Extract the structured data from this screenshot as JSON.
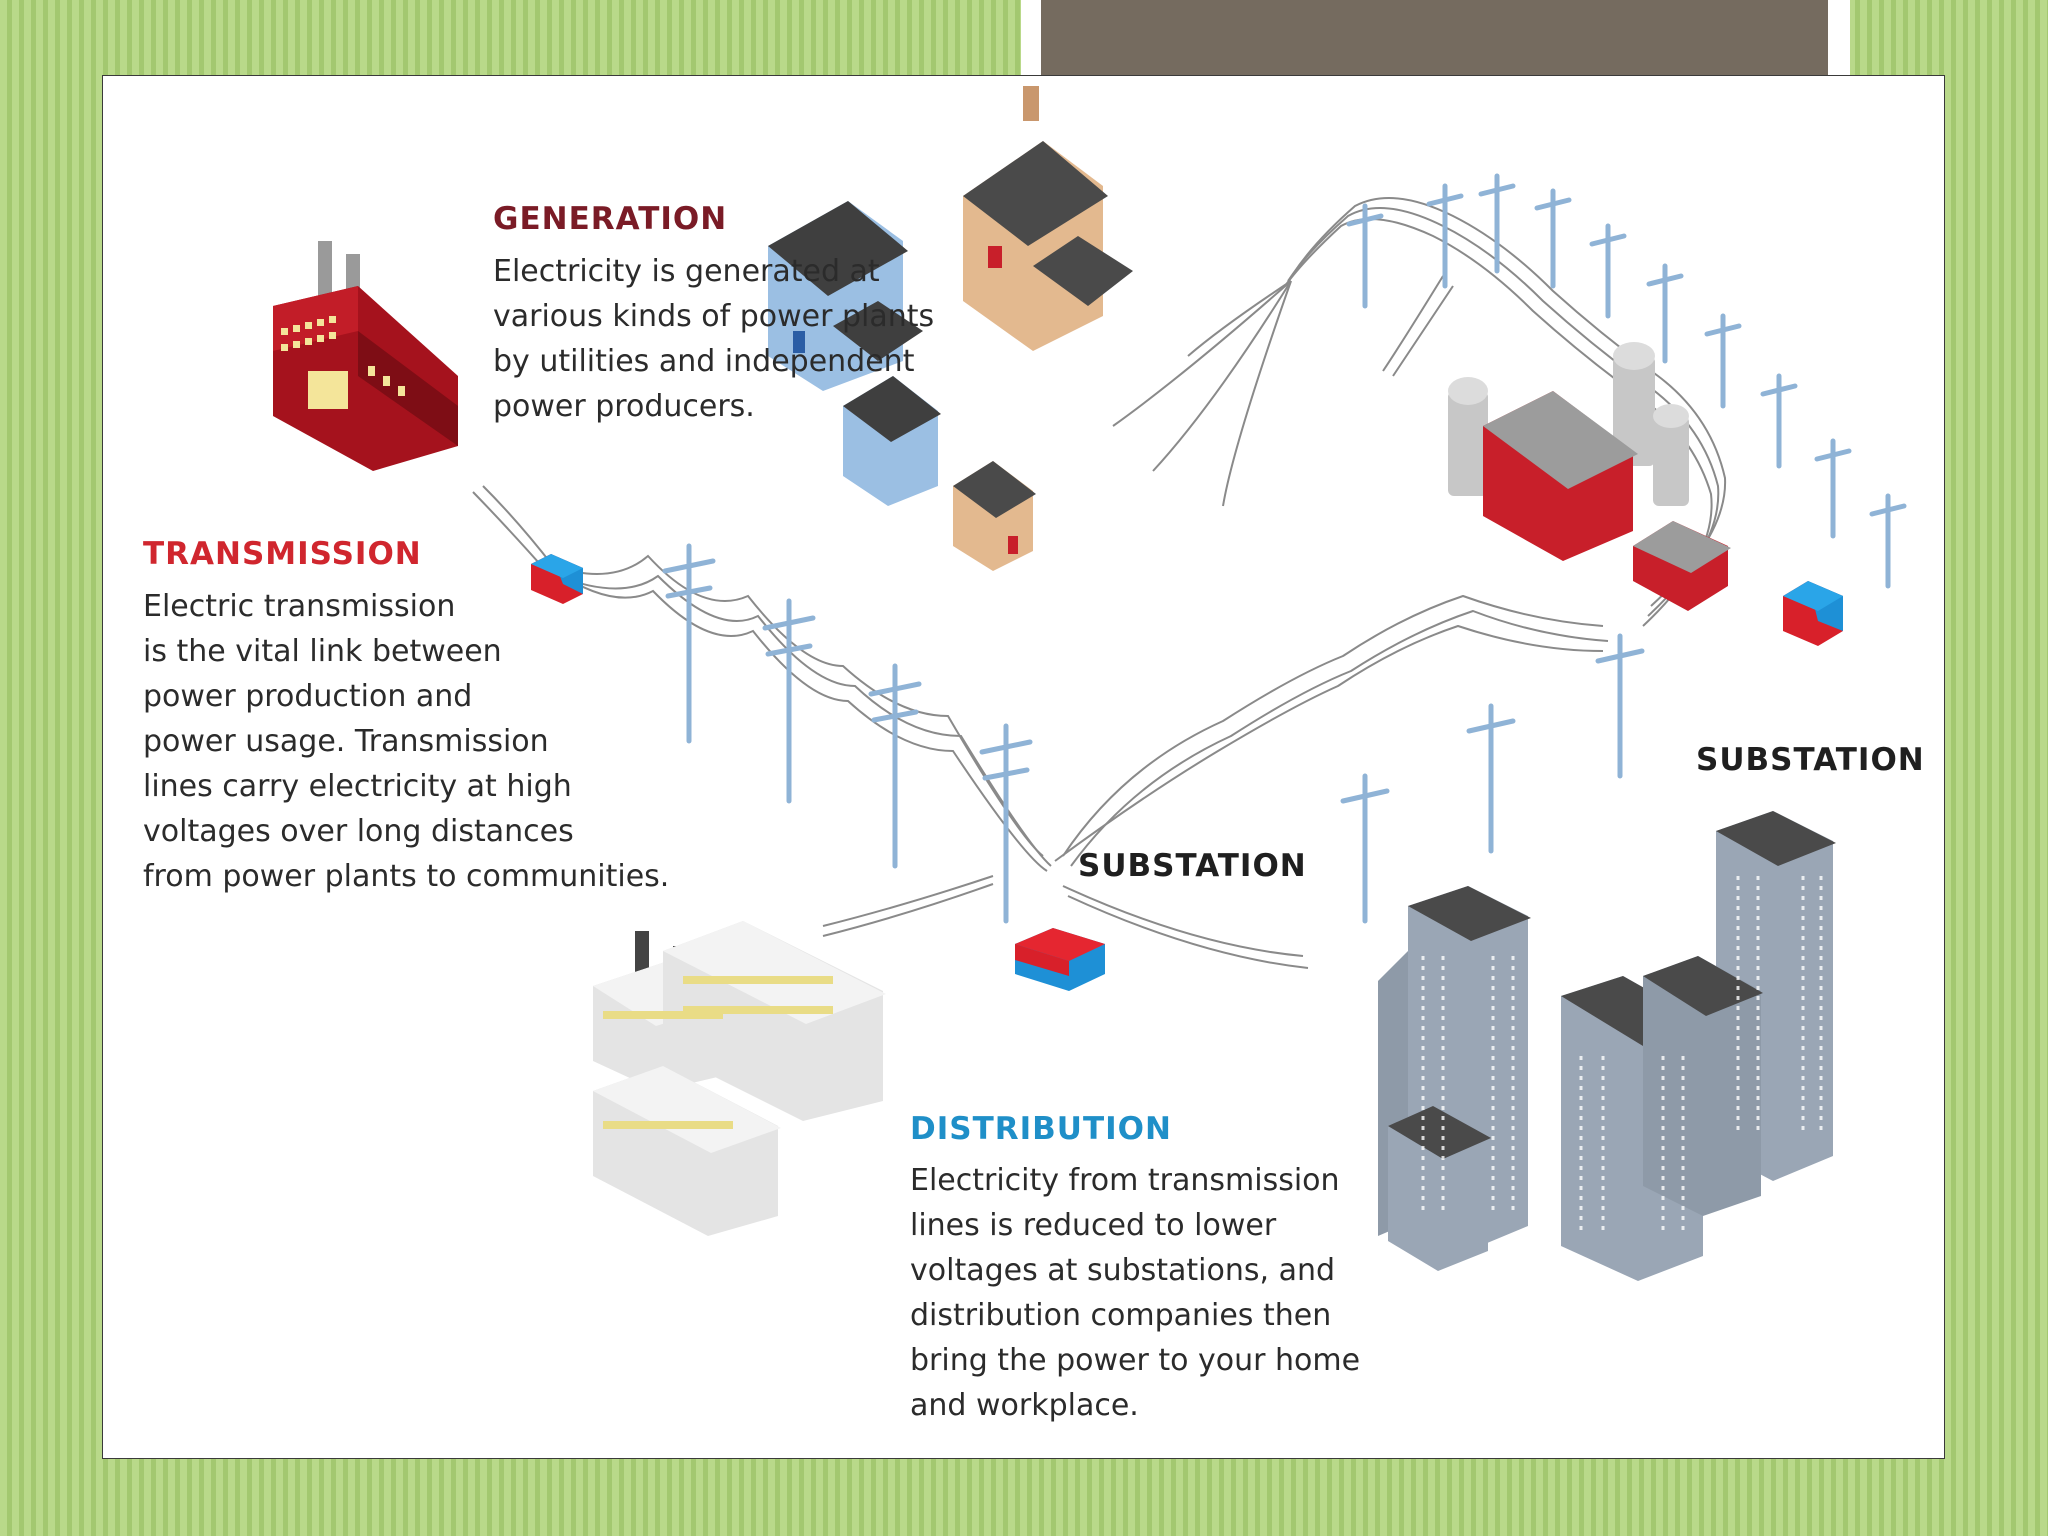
{
  "colors": {
    "background_stripe_a": "#b9d98a",
    "background_stripe_b": "#a3c870",
    "header_bar": "#756b5f",
    "generation_title": "#7a1b26",
    "transmission_title": "#d0262e",
    "distribution_title": "#1f8fc8",
    "body_text": "#2b2b2b",
    "tower": "#8fb3d6",
    "wire": "#8a8a8a",
    "substation_red": "#d8202a",
    "substation_blue": "#1e90d6"
  },
  "generation": {
    "title": "GENERATION",
    "text": "Electricity is generated at\nvarious kinds of power plants\nby utilities and independent\npower producers."
  },
  "transmission": {
    "title": "TRANSMISSION",
    "text": "Electric transmission\nis the vital link between\npower production and\npower usage. Transmission\nlines carry electricity at high\nvoltages over long distances\nfrom power plants to communities."
  },
  "distribution": {
    "title": "DISTRIBUTION",
    "text": "Electricity from transmission\nlines is reduced to lower\nvoltages at substations, and\ndistribution companies then\nbring the power to your home\nand workplace."
  },
  "substation_labels": [
    "SUBSTATION",
    "SUBSTATION"
  ],
  "icons": {
    "power_plant": "power-plant-icon",
    "houses": "house-icon",
    "farm": "barn-icon",
    "factories": "factory-icon",
    "city": "skyscraper-icon",
    "towers": "transmission-tower-icon",
    "substations": "substation-icon"
  }
}
